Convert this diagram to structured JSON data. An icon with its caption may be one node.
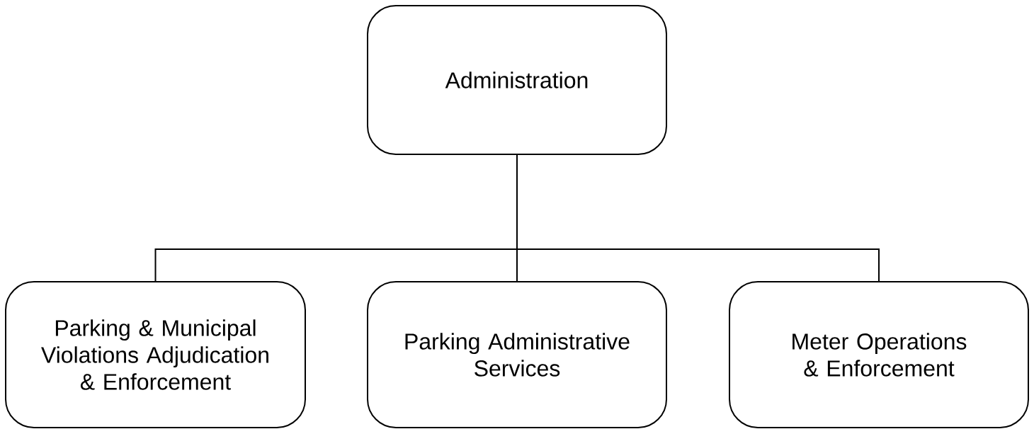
{
  "diagram": {
    "nodes": [
      {
        "text": [
          "Administration"
        ]
      },
      {
        "text": [
          "Parking & Municipal Violations Adjudication & Enforcement"
        ]
      },
      {
        "text": [
          "Parking Administrative Services"
        ]
      },
      {
        "text": [
          "Meter Operations & Enforcement"
        ]
      }
    ],
    "edges": [
      {
        "from": 0,
        "to": 1,
        "arrow": "none"
      },
      {
        "from": 0,
        "to": 2,
        "arrow": "none"
      },
      {
        "from": 0,
        "to": 3,
        "arrow": "none"
      }
    ]
  }
}
